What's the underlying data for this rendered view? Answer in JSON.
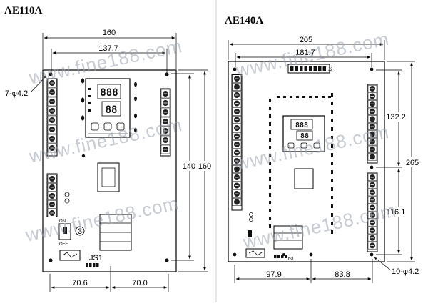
{
  "watermark": {
    "text": "www.fine188.com",
    "color": "#9aa4b0"
  },
  "left": {
    "model": "AE110A",
    "dims": {
      "width_outer": "160",
      "width_inner": "137.7",
      "height_outer": "160",
      "height_inner": "140",
      "bottom_left": "70.6",
      "bottom_right": "70.0",
      "hole_spec": "7-φ4.2"
    },
    "display": {
      "top_digits": "888",
      "bottom_digits": "88"
    },
    "labels": {
      "on": "ON",
      "off": "OFF",
      "circle": "3",
      "jumper": "JS1"
    }
  },
  "right": {
    "model": "AE140A",
    "dims": {
      "width_outer": "205",
      "width_inner": "181.7",
      "height_outer": "265",
      "height_upper": "132.2",
      "height_lower": "116.1",
      "bottom_left": "97.9",
      "bottom_right": "83.8",
      "hole_spec": "10-φ4.2"
    },
    "display": {
      "top_digits": "888",
      "bottom_digits": "88"
    },
    "labels": {
      "connector": "J2",
      "jumper": "JS1"
    }
  }
}
